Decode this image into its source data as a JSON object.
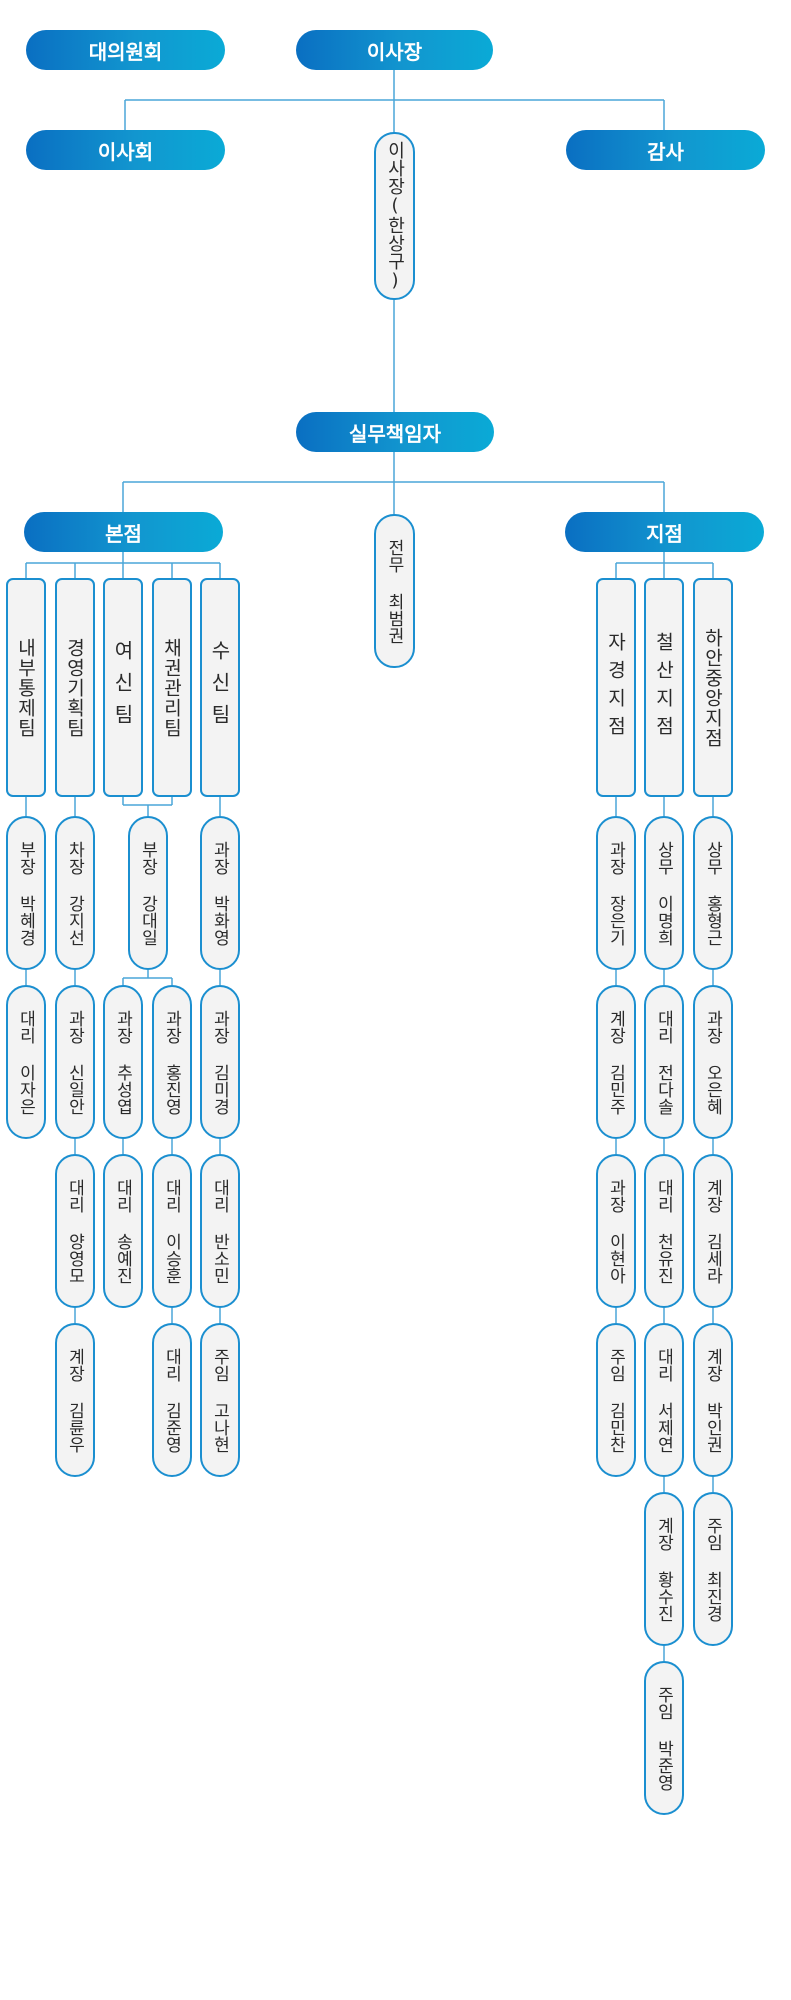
{
  "top": {
    "council": "대의원회",
    "chairman": "이사장",
    "board": "이사회",
    "audit": "감사",
    "chair_person": "이사장(한상구)",
    "exec_officer": "실무책임자",
    "main_branch": "본점",
    "branch": "지점",
    "director": "전무 최범권"
  },
  "teams": {
    "audit_team": "내부통제팀",
    "planning_team": "경영기획팀",
    "credit_team": "여신팀",
    "collection_team": "채권관리팀",
    "deposit_team": "수신팀",
    "jagyeong": "자경지점",
    "cheolsan": "철산지점",
    "haan": "하안중앙지점"
  },
  "staff": {
    "audit_team": [
      "부장 박혜경",
      "대리 이자은"
    ],
    "planning_team": [
      "차장 강지선",
      "과장 신일안",
      "대리 양영모",
      "계장 김륜우"
    ],
    "credit_head": "부장 강대일",
    "credit_sub1": [
      "과장 추성엽",
      "대리 송예진"
    ],
    "credit_sub2": [
      "과장 홍진영",
      "대리 이승훈",
      "대리 김준영"
    ],
    "deposit_team": [
      "과장 박화영",
      "과장 김미경",
      "대리 반소민",
      "주임 고나현"
    ],
    "jagyeong": [
      "과장 장은기",
      "계장 김민주",
      "과장 이현아",
      "주임 김민찬"
    ],
    "cheolsan": [
      "상무 이명희",
      "대리 전다솔",
      "대리 천유진",
      "대리 서제연",
      "계장 황수진",
      "주임 박준영"
    ],
    "haan": [
      "상무 홍형근",
      "과장 오은혜",
      "계장 김세라",
      "계장 박인권",
      "주임 최진경"
    ]
  },
  "colors": {
    "accent": "#1b8fd0",
    "pill_start": "#0a6fc2",
    "pill_end": "#0aaad6",
    "connector": "#4aa6d8",
    "box_fill": "#f3f3f3"
  }
}
